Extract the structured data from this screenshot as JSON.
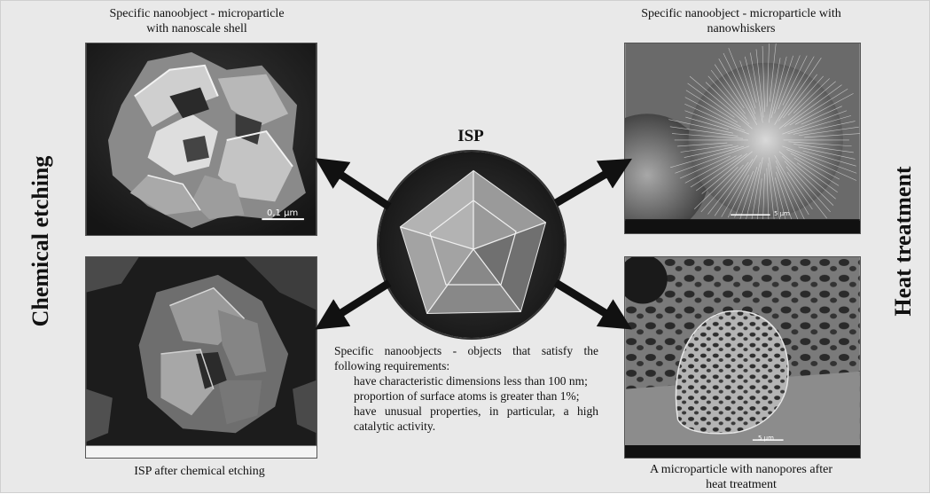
{
  "captions": {
    "top_left": [
      "Specific nanoobject - microparticle",
      "with nanoscale shell"
    ],
    "top_right": [
      "Specific nanoobject - microparticle with",
      "nanowhiskers"
    ],
    "bottom_left": "ISP after chemical etching",
    "bottom_right": [
      "A microparticle with nanopores after",
      "heat treatment"
    ]
  },
  "side_labels": {
    "left": "Chemical etching",
    "right": "Heat treatment"
  },
  "center": {
    "title": "ISP"
  },
  "definition": {
    "intro": "Specific nanoobjects - objects that satisfy the following requirements:",
    "requirements": [
      "have characteristic dimensions less than 100 nm;",
      "proportion of surface atoms is greater than 1%;",
      "have unusual properties, in particular, a high catalytic activity."
    ]
  },
  "images": {
    "top_left": {
      "scale_bar": "0,1 μm",
      "icon": "sem-micrograph-shell"
    },
    "top_right": {
      "scale_bar": "5 μm",
      "icon": "sem-micrograph-nanowhiskers"
    },
    "bottom_left": {
      "icon": "sem-micrograph-etched"
    },
    "bottom_right": {
      "scale_bar": "5 μm",
      "icon": "sem-micrograph-nanopores"
    },
    "center": {
      "icon": "sem-micrograph-isp-pentagonal"
    }
  },
  "colors": {
    "background": "#e9e9e9",
    "arrow": "#111111"
  }
}
